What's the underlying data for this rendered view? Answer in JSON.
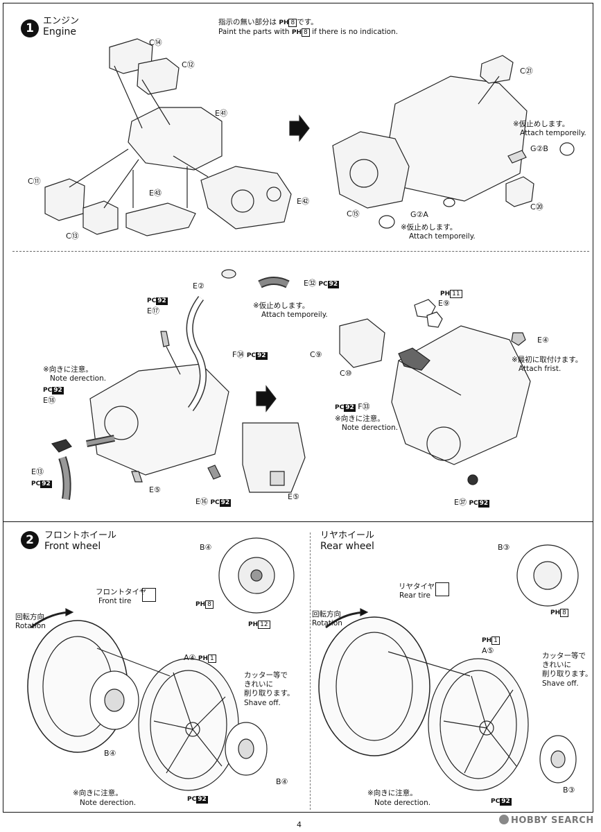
{
  "section1": {
    "number": "1",
    "title_jp": "エンジン",
    "title_en": "Engine",
    "note_jp": "指示の無い部分は",
    "note_jp_tail": "です。",
    "note_en": "Paint the parts with",
    "note_en_tail": "if there is no indication.",
    "paint_code": "8",
    "labels": {
      "c14": "C⑭",
      "c12": "C⑫",
      "e41": "E㊶",
      "c11": "C⑪",
      "e43": "E㊸",
      "e42": "E㊷",
      "c13": "C⑬",
      "c21": "C㉑",
      "g2b": "G②B",
      "c15": "C⑮",
      "g2a": "G②A",
      "c20": "C⑳"
    },
    "temp_note_1_jp": "※仮止めします。",
    "temp_note_1_en": "Attach temporeily.",
    "temp_note_2_jp": "※仮止めします。",
    "temp_note_2_en": "Attach temporeily."
  },
  "section1b": {
    "labels": {
      "e2": "E②",
      "e32": "E㉜",
      "e17": "E⑰",
      "f34": "F㉞",
      "e18": "E⑱",
      "e13": "E⑬",
      "e5a": "E⑤",
      "e16": "E⑯",
      "e5b": "E⑤",
      "c9": "C⑨",
      "c10": "C⑩",
      "e9": "E⑨",
      "e4": "E④",
      "f33": "F㉝",
      "e37": "E㊲"
    },
    "paint_pc": "92",
    "paint_ph": "11",
    "temp_note_jp": "※仮止めします。",
    "temp_note_en": "Attach temporeily.",
    "dir_note_jp": "※向きに注意。",
    "dir_note_en": "Note derection.",
    "dir_note2_jp": "※向きに注意。",
    "dir_note2_en": "Note derection.",
    "first_note_jp": "※最初に取付けます。",
    "first_note_en": "Attach frist."
  },
  "section2": {
    "number": "2",
    "front": {
      "title_jp": "フロントホイール",
      "title_en": "Front wheel",
      "tire_jp": "フロントタイヤ",
      "tire_en": "Front tire",
      "rotation_jp": "回転方向",
      "rotation_en": "Rotation",
      "b4_top": "B④",
      "ph8": "8",
      "ph12": "12",
      "a4": "A④",
      "ph1": "1",
      "shave_jp1": "カッター等で",
      "shave_jp2": "きれいに",
      "shave_jp3": "削り取ります。",
      "shave_en": "Shave off.",
      "b4_left": "B④",
      "b4_right": "B④",
      "pc92": "92",
      "dir_jp": "※向きに注意。",
      "dir_en": "Note derection."
    },
    "rear": {
      "title_jp": "リヤホイール",
      "title_en": "Rear wheel",
      "tire_jp": "リヤタイヤ",
      "tire_en": "Rear tire",
      "rotation_jp": "回転方向",
      "rotation_en": "Rotation",
      "b3_top": "B③",
      "ph8": "8",
      "ph1": "1",
      "a5": "A⑤",
      "shave_jp1": "カッター等で",
      "shave_jp2": "きれいに",
      "shave_jp3": "削り取ります。",
      "shave_en": "Shave off.",
      "b3_right": "B③",
      "pc92": "92",
      "dir_jp": "※向きに注意。",
      "dir_en": "Note derection."
    }
  },
  "footer": {
    "page": "4",
    "watermark": "HOBBY SEARCH"
  }
}
